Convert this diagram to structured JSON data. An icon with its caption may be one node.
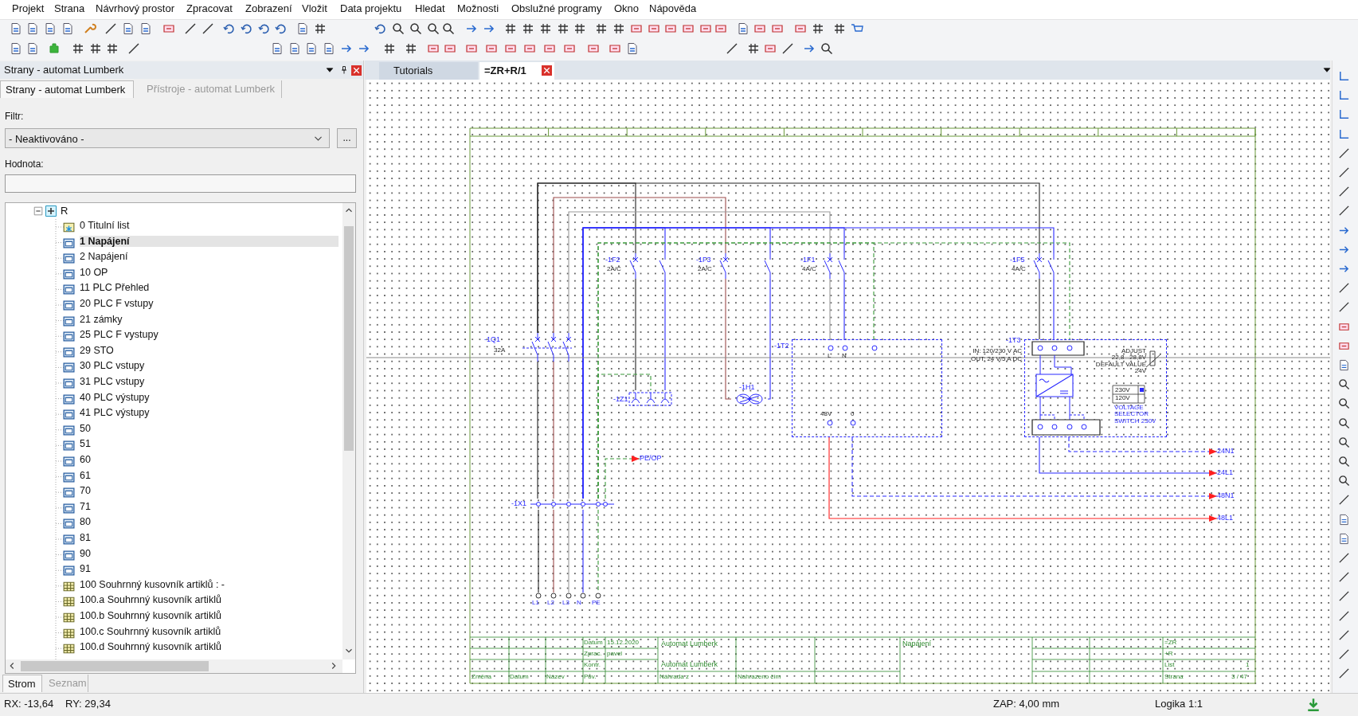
{
  "diagram": {
    "nodes": [
      {
        "text": [
          "-1Q1",
          "32A"
        ]
      },
      {
        "text": [
          "-1F2",
          "2A/C"
        ]
      },
      {
        "text": [
          "-1F3",
          "2A/C"
        ]
      },
      {
        "text": [
          "-1F1",
          "4A/C"
        ]
      },
      {
        "text": [
          "-1F5",
          "4A/C"
        ]
      },
      {
        "text": [
          "-1Z1"
        ]
      },
      {
        "text": [
          "-1H1"
        ]
      },
      {
        "text": [
          "-1T2",
          "L",
          "N",
          "48V",
          "0"
        ]
      },
      {
        "text": [
          "-1T3",
          "ADJUST 22,8...28,8V DEFAULT VALUE 24V",
          "230V",
          "120V",
          "VOLTAGE SELECTOR SWITCH 230V"
        ],
        "beside": [
          "IN: 120/230 V AC",
          "OUT: 24 V/5 A DC"
        ]
      },
      {
        "text": [
          "-1X1"
        ]
      },
      {
        "text": [
          "PE/OP"
        ]
      },
      {
        "text": [
          "24N1"
        ]
      },
      {
        "text": [
          "24L1"
        ]
      },
      {
        "text": [
          "48N1"
        ]
      },
      {
        "text": [
          "48L1"
        ]
      },
      {
        "text": [
          "L1"
        ]
      },
      {
        "text": [
          "L2"
        ]
      },
      {
        "text": [
          "L3"
        ]
      },
      {
        "text": [
          "N"
        ]
      },
      {
        "text": [
          "PE"
        ]
      }
    ],
    "edges": [
      {
        "from": 0,
        "to": 9,
        "arrow": "none",
        "color": "#222222"
      },
      {
        "from": 0,
        "to": 9,
        "arrow": "none",
        "color": "#9b4a4a"
      },
      {
        "from": 0,
        "to": 9,
        "arrow": "none",
        "color": "#999999"
      },
      {
        "from": 0,
        "to": 1,
        "arrow": "none",
        "color": "#222222"
      },
      {
        "from": 0,
        "to": 4,
        "arrow": "none",
        "color": "#222222"
      },
      {
        "from": 0,
        "to": 2,
        "arrow": "none",
        "color": "#9b4a4a"
      },
      {
        "from": 0,
        "to": 3,
        "arrow": "none",
        "color": "#999999"
      },
      {
        "from": 9,
        "to": 1,
        "arrow": "none"
      },
      {
        "from": 9,
        "to": 2,
        "arrow": "none"
      },
      {
        "from": 9,
        "to": 3,
        "arrow": "none"
      },
      {
        "from": 9,
        "to": 4,
        "arrow": "none"
      },
      {
        "from": 1,
        "to": 5,
        "arrow": "none",
        "color": "#222222"
      },
      {
        "from": 1,
        "to": 5,
        "arrow": "none"
      },
      {
        "from": 2,
        "to": 6,
        "arrow": "none",
        "color": "#9b4a4a"
      },
      {
        "from": 2,
        "to": 6,
        "arrow": "none"
      },
      {
        "from": 3,
        "to": 7,
        "arrow": "none",
        "color": "#999999"
      },
      {
        "from": 3,
        "to": 7,
        "arrow": "none"
      },
      {
        "from": 4,
        "to": 8,
        "arrow": "none",
        "color": "#222222"
      },
      {
        "from": 4,
        "to": 8,
        "arrow": "none"
      },
      {
        "from": 9,
        "to": 5,
        "arrow": "none",
        "style": "dashed",
        "color": "#3a9a3a"
      },
      {
        "from": 9,
        "to": 7,
        "arrow": "none",
        "style": "dashed",
        "color": "#3a9a3a"
      },
      {
        "from": 9,
        "to": 8,
        "arrow": "none",
        "style": "dashed",
        "color": "#3a9a3a"
      },
      {
        "from": 9,
        "to": 10,
        "arrow": "to",
        "style": "dashed",
        "color": "#3a9a3a"
      },
      {
        "from": 8,
        "to": 11,
        "arrow": "to",
        "style": "dashed"
      },
      {
        "from": 8,
        "to": 12,
        "arrow": "to"
      },
      {
        "from": 7,
        "to": 13,
        "arrow": "to",
        "style": "dashed"
      },
      {
        "from": 7,
        "to": 14,
        "arrow": "to",
        "color": "#ff2020"
      },
      {
        "from": 9,
        "to": 15,
        "arrow": "none",
        "color": "#222222"
      },
      {
        "from": 9,
        "to": 16,
        "arrow": "none",
        "color": "#9b4a4a"
      },
      {
        "from": 9,
        "to": 17,
        "arrow": "none",
        "color": "#999999"
      },
      {
        "from": 9,
        "to": 18,
        "arrow": "none"
      },
      {
        "from": 9,
        "to": 19,
        "arrow": "none",
        "style": "dashed",
        "color": "#3a9a3a"
      }
    ],
    "labels": [
      "Projekt",
      "Strana",
      "Návrhový prostor",
      "Zpracovat",
      "Zobrazení",
      "Vložit",
      "Data projektu",
      "Hledat",
      "Možnosti",
      "Obslužné programy",
      "Okno",
      "Nápověda",
      "Strany - automat Lumberk",
      "Strany - automat Lumberk",
      "Přístroje - automat Lumberk",
      "Filtr:",
      "- Neaktivováno -",
      "...",
      "Hodnota:",
      "R",
      "0 Titulní list",
      "1 Napájení",
      "2 Napájení",
      "10 OP",
      "11 PLC Přehled",
      "20 PLC F vstupy",
      "21 zámky",
      "25 PLC F vystupy",
      "29 STO",
      "30 PLC vstupy",
      "31 PLC vstupy",
      "40 PLC výstupy",
      "41 PLC výstupy",
      "50",
      "51",
      "60",
      "61",
      "70",
      "71",
      "80",
      "81",
      "90",
      "91",
      "100 Souhrnný kusovník artiklů : -",
      "100.a Souhrnný kusovník artiklů",
      "100.b Souhrnný kusovník artiklů",
      "100.c Souhrnný kusovník artiklů",
      "100.d Souhrnný kusovník artiklů",
      "Strom",
      "Seznam",
      "Tutorials",
      "=ZR+R/1",
      "Datum",
      "15.12.2020",
      "Zprac.",
      "pavel",
      "Kontr.",
      "Změna",
      "Datum",
      "Název",
      "Pův.",
      "Automat Lumberk",
      "Automat Lumberk",
      "Náhrada z",
      "Nahrazeno čím",
      "Napájení",
      "=ZR",
      "+R",
      "List",
      "1",
      "Strana",
      "3 / 47",
      "RX: -13,64",
      "RY: 29,34",
      "ZAP: 4,00 mm",
      "Logika 1:1"
    ]
  }
}
